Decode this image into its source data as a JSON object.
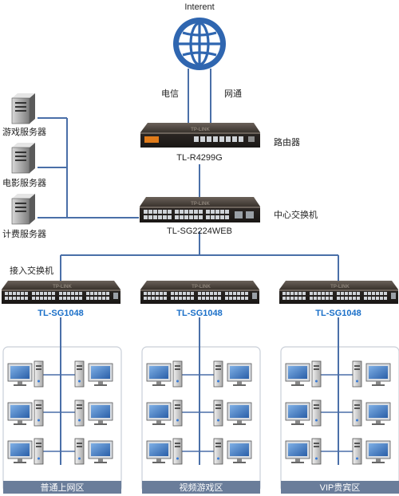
{
  "internet": {
    "label": "Interent",
    "icon": "globe-icon"
  },
  "isp_links": [
    {
      "label": "电信"
    },
    {
      "label": "网通"
    }
  ],
  "router": {
    "brand": "TP-LINK",
    "model": "TL-R4299G",
    "role": "路由器"
  },
  "core_switch": {
    "brand": "TP-LINK",
    "model": "TL-SG2224WEB",
    "role": "中心交换机"
  },
  "servers": [
    {
      "label": "游戏服务器",
      "icon": "server-tower-icon"
    },
    {
      "label": "电影服务器",
      "icon": "server-tower-icon"
    },
    {
      "label": "计费服务器",
      "icon": "server-tower-icon"
    }
  ],
  "access_layer_label": "接入交换机",
  "access_switches": [
    {
      "brand": "TP-LINK",
      "model": "TL-SG1048",
      "zone": "普通上网区"
    },
    {
      "brand": "TP-LINK",
      "model": "TL-SG1048",
      "zone": "视频游戏区"
    },
    {
      "brand": "TP-LINK",
      "model": "TL-SG1048",
      "zone": "VIP贵宾区"
    }
  ],
  "colors": {
    "link_line": "#4a6fa8",
    "model_label": "#1a6fc8",
    "zone_banner": "#6a7d9a",
    "zone_border": "#c9cfd8",
    "device_body": "#3f3a35",
    "globe": "#2f66b0"
  }
}
